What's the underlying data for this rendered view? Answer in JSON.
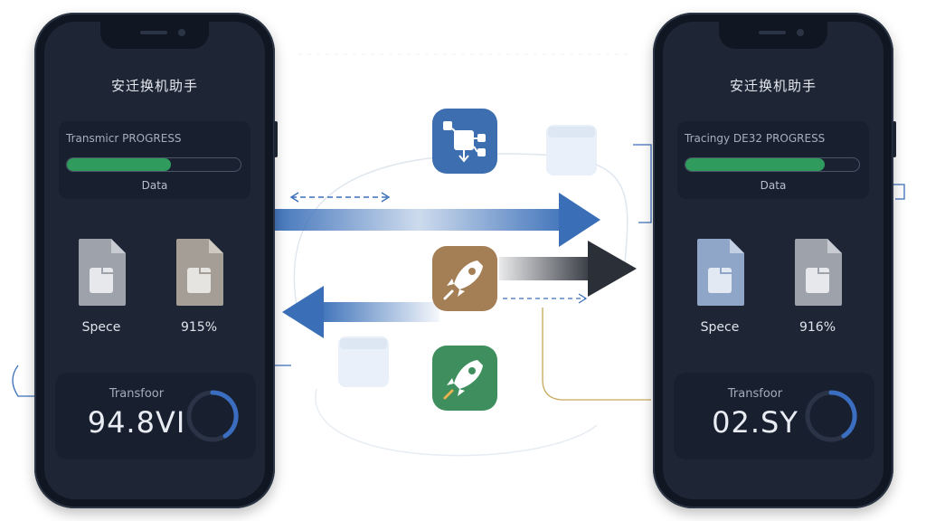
{
  "colors": {
    "screen_bg": "#1e2636",
    "card_bg": "#182030",
    "progress_fill": "#2f9c5e",
    "arrow_blue": "#3a6fb8",
    "arrow_dark": "#2b2f38",
    "icon_blue": "#3d6fb0",
    "icon_brown": "#a47e55",
    "icon_green": "#3e8f5d",
    "gauge_ring": "#3b6ec0"
  },
  "phones": {
    "left": {
      "app_title": "安迁换机助手",
      "progress_label": "Transmicr PROGRESS",
      "progress_sub": "Data",
      "progress_level": 0.6,
      "files": [
        {
          "caption": "Spece",
          "icon": "document-icon"
        },
        {
          "caption": "915%",
          "icon": "document-icon"
        }
      ],
      "transfer_label": "Transfoor",
      "transfer_value": "94.8VI"
    },
    "right": {
      "app_title": "安迁换机助手",
      "progress_label": "Tracingy DE32 PROGRESS",
      "progress_sub": "Data",
      "progress_level": 0.8,
      "files": [
        {
          "caption": "Spece",
          "icon": "document-icon"
        },
        {
          "caption": "916%",
          "icon": "document-icon"
        }
      ],
      "transfer_label": "Transfoor",
      "transfer_value": "02.SY"
    }
  },
  "center_icons": [
    {
      "name": "network-transfer-icon",
      "color": "#3d6fb0"
    },
    {
      "name": "rocket-icon",
      "color": "#a47e55"
    },
    {
      "name": "rocket-icon",
      "color": "#3e8f5d"
    }
  ],
  "arrows": [
    {
      "name": "arrow-right-blue",
      "direction": "right"
    },
    {
      "name": "arrow-right-dark",
      "direction": "right"
    },
    {
      "name": "arrow-left-blue",
      "direction": "left"
    }
  ]
}
